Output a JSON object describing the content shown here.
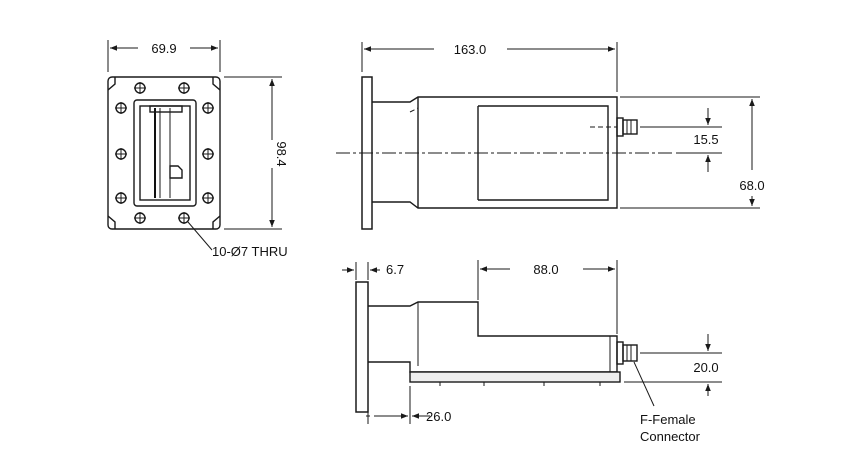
{
  "dimensions": {
    "front_width": "69.9",
    "front_height": "98.4",
    "top_length": "163.0",
    "top_offset": "15.5",
    "top_height": "68.0",
    "side_flange": "6.7",
    "side_body": "88.0",
    "side_connector": "20.0",
    "side_base": "26.0"
  },
  "notes": {
    "holes": "10-Ø7 THRU",
    "connector_line1": "F-Female",
    "connector_line2": "Connector"
  },
  "colors": {
    "line": "#1a1a1a",
    "background": "#ffffff"
  }
}
